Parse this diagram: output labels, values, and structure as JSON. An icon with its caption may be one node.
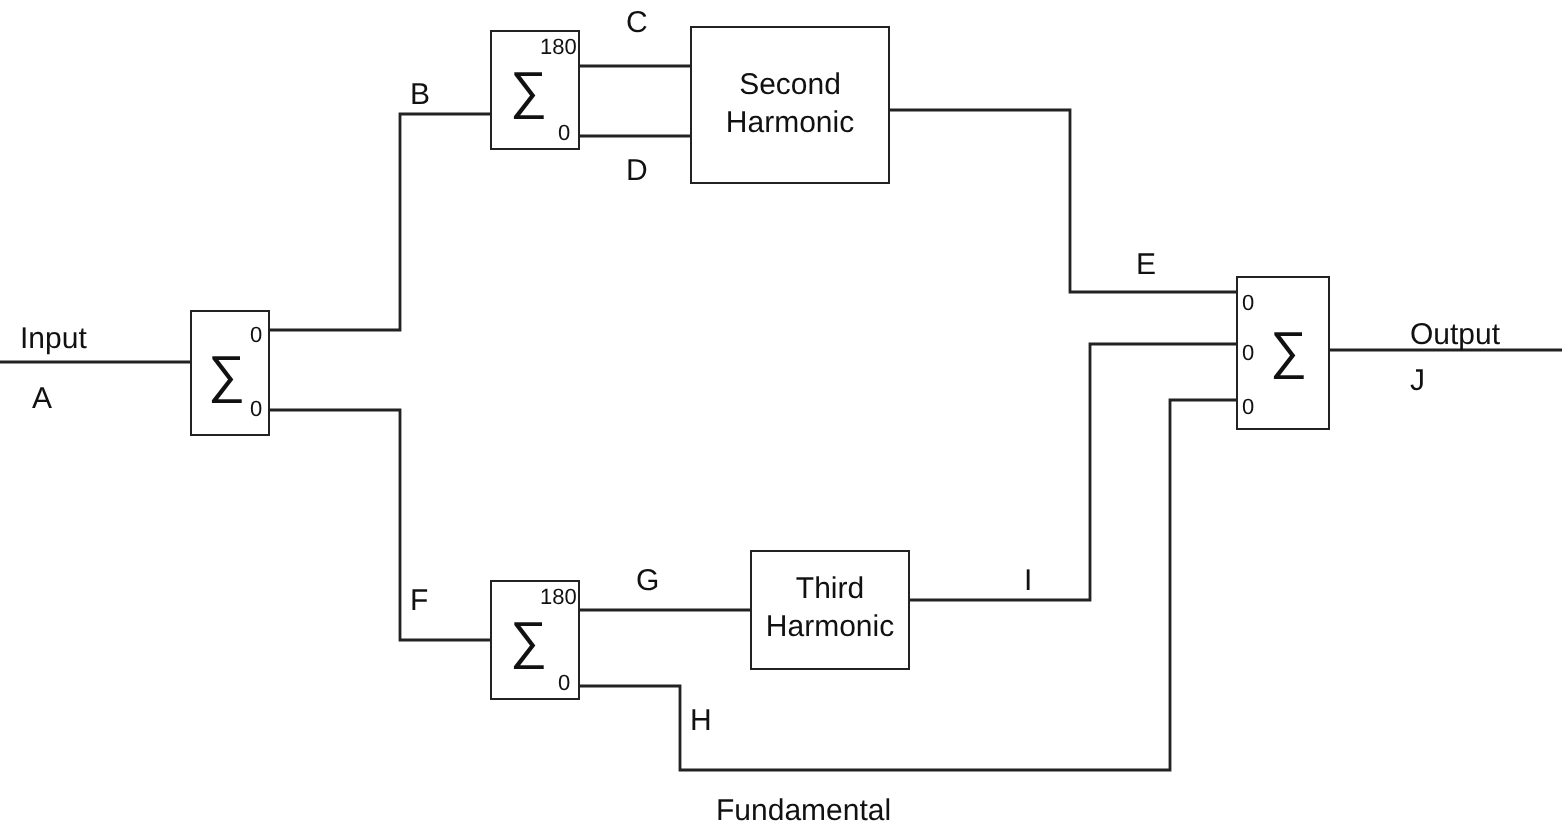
{
  "diagram": {
    "nodes": [
      {
        "text": [
          "0",
          "∑",
          "0"
        ]
      },
      {
        "text": [
          "180",
          "∑",
          "0"
        ]
      },
      {
        "text": [
          "Second Harmonic"
        ]
      },
      {
        "text": [
          "180",
          "∑",
          "0"
        ]
      },
      {
        "text": [
          "Third Harmonic"
        ]
      },
      {
        "text": [
          "0",
          "0",
          "0",
          "∑"
        ]
      }
    ],
    "edges": [
      {
        "from": null,
        "to": 0,
        "arrow": "none"
      },
      {
        "from": 0,
        "to": 1,
        "arrow": "none"
      },
      {
        "from": 1,
        "to": 2,
        "arrow": "none"
      },
      {
        "from": 1,
        "to": 2,
        "arrow": "none"
      },
      {
        "from": 2,
        "to": 5,
        "arrow": "none"
      },
      {
        "from": 0,
        "to": 3,
        "arrow": "none"
      },
      {
        "from": 3,
        "to": 4,
        "arrow": "none"
      },
      {
        "from": 4,
        "to": 5,
        "arrow": "none"
      },
      {
        "from": 3,
        "to": 5,
        "arrow": "none"
      },
      {
        "from": 5,
        "to": null,
        "arrow": "none"
      }
    ],
    "labels": [
      "B",
      "C",
      "D",
      "Input",
      "A",
      "E",
      "Output",
      "J",
      "F",
      "G",
      "I",
      "H",
      "Fundamental"
    ]
  }
}
